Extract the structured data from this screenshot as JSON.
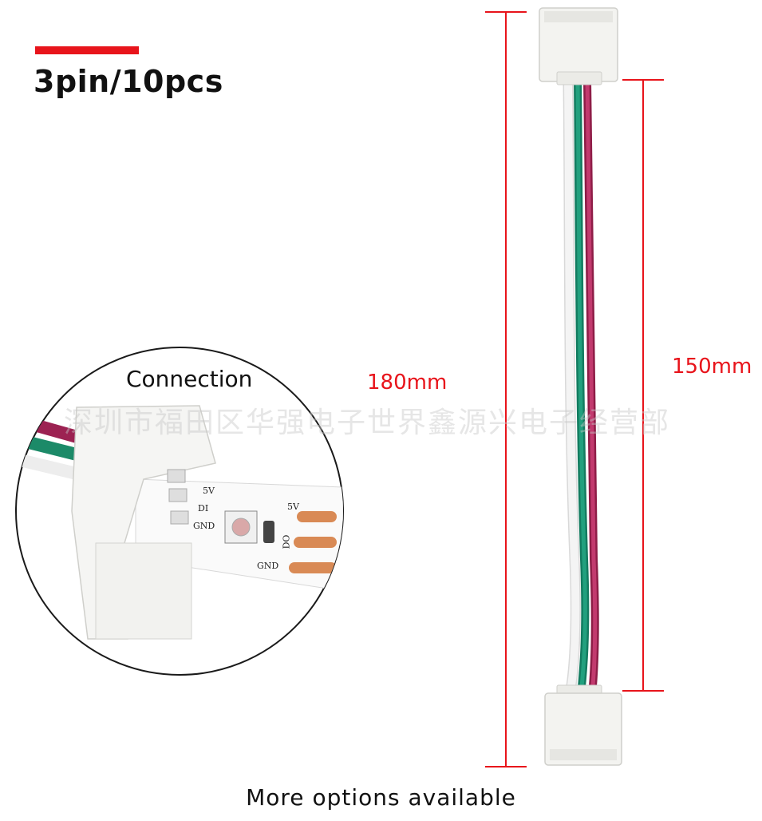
{
  "header": {
    "title": "3pin/10pcs"
  },
  "dimensions": {
    "total_length": "180mm",
    "cable_length": "150mm"
  },
  "inset": {
    "title": "Connection",
    "pcb_labels": {
      "left_5v": "5V",
      "left_di": "DI",
      "left_gnd": "GND",
      "right_5v": "5V",
      "right_do": "DO",
      "right_gnd": "GND"
    }
  },
  "watermark": "深圳市福田区华强电子世界鑫源兴电子经营部",
  "footer": {
    "text": "More options available"
  },
  "colors": {
    "accent": "#e8141b",
    "wire_red": "#b8295a",
    "wire_green": "#1a8f6e",
    "wire_white": "#f2f2f2",
    "connector": "#f7f7f5"
  }
}
